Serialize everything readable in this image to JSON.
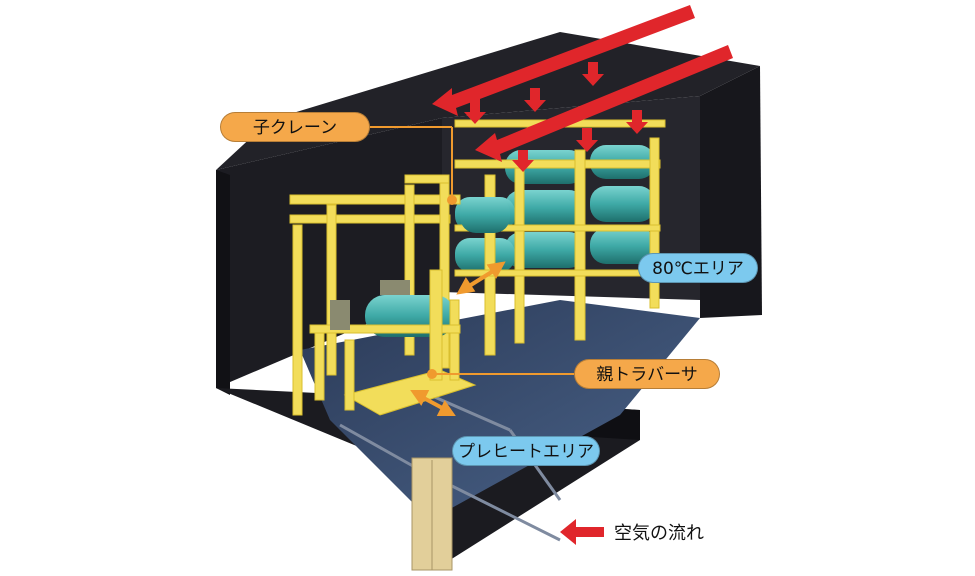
{
  "labels": {
    "child_crane": "子クレーン",
    "area_80c": "80℃エリア",
    "parent_traverser": "親トラバーサ",
    "preheat_area": "プレヒートエリア"
  },
  "legend": {
    "airflow": "空気の流れ",
    "icon": "red-arrow-icon"
  },
  "colors": {
    "label_orange": "#f5a84a",
    "label_blue": "#7cc9ee",
    "airflow_red": "#e0262b",
    "frame_yellow": "#f2dd5a",
    "roll_teal": "#3ea9a6",
    "housing_dark": "#1f1f24",
    "floor_blue": "#3a4f72"
  }
}
